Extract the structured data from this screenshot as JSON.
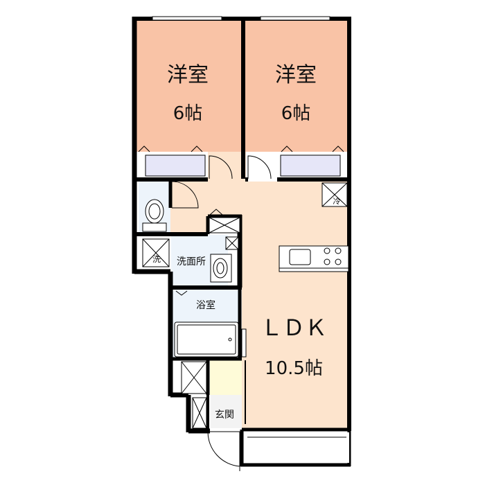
{
  "rooms": {
    "western_room_1": {
      "name": "洋室",
      "size": "6帖"
    },
    "western_room_2": {
      "name": "洋室",
      "size": "6帖"
    },
    "ldk": {
      "name": "ＬＤＫ",
      "size": "10.5帖"
    },
    "washroom": {
      "name": "洗面所"
    },
    "bathroom": {
      "name": "浴室"
    },
    "entrance": {
      "name": "玄関"
    }
  },
  "fixtures": {
    "laundry_mark": "洗",
    "fridge_mark": "冷"
  },
  "colors": {
    "western_room": "#f9c3a6",
    "ldk": "#fde4cd",
    "entrance_floor": "#fefbd8",
    "wet_area": "#edf4fb",
    "closet": "#e6e6f8",
    "wall": "#000000"
  }
}
